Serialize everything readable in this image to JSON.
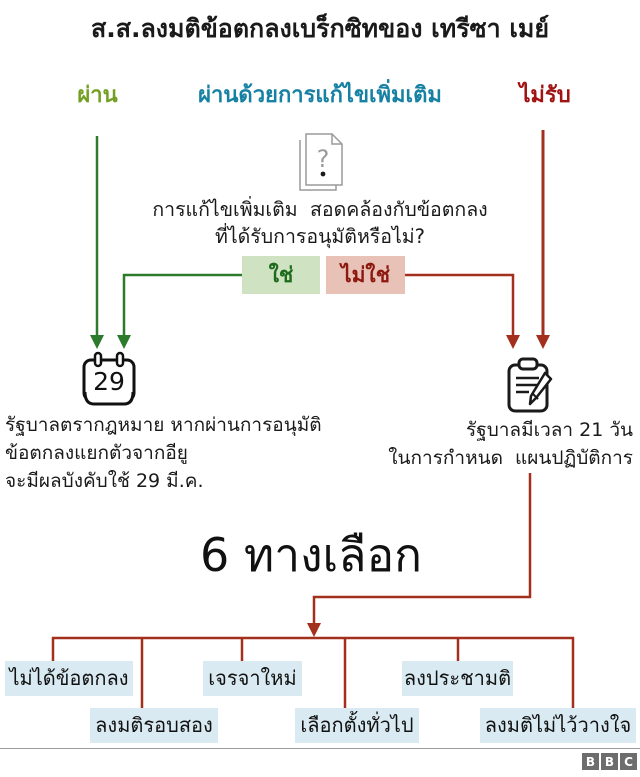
{
  "title": "ส.ส.ลงมติข้อตกลงเบร็กซิทของ เทรีซา เมย์",
  "options": {
    "pass": {
      "label": "ผ่าน",
      "color": "#73a024"
    },
    "pass_with_amendments": {
      "label": "ผ่านด้วยการแก้ไขเพิ่มเติม",
      "color": "#1781a3"
    },
    "reject": {
      "label": "ไม่รับ",
      "color": "#a11212"
    }
  },
  "question": {
    "icon": "document-question-icon",
    "line1": "การแก้ไขเพิ่มเติม  สอดคล้องกับข้อตกลง",
    "line2": "ที่ได้รับการอนุมัติหรือไม่?",
    "yes_label": "ใช่",
    "no_label": "ไม่ใช่"
  },
  "pass_outcome": {
    "icon": "calendar-icon",
    "calendar_day": "29",
    "lines": [
      "รัฐบาลตรากฎหมาย หากผ่านการอนุมัติ",
      "ข้อตกลงแยกตัวจากอียู",
      "จะมีผลบังคับใช้ 29 มี.ค."
    ]
  },
  "reject_outcome": {
    "icon": "action-plan-icon",
    "lines": [
      "รัฐบาลมีเวลา 21 วัน",
      "ในการกำหนด  แผนปฏิบัติการ"
    ]
  },
  "choices_heading": "6 ทางเลือก",
  "choices": [
    {
      "label": "ไม่ได้ข้อตกลง"
    },
    {
      "label": "ลงมติรอบสอง"
    },
    {
      "label": "เจรจาใหม่"
    },
    {
      "label": "เลือกตั้งทั่วไป"
    },
    {
      "label": "ลงประชามติ"
    },
    {
      "label": "ลงมติไม่ไว้วางใจ"
    }
  ],
  "footer": {
    "b1": "B",
    "b2": "B",
    "b3": "C"
  },
  "colors": {
    "green_line": "#2c7a2c",
    "red_line": "#a2301c",
    "yes_bg": "#cfe2c2",
    "yes_text": "#1d6b1d",
    "no_bg": "#e9c2b7",
    "no_text": "#8c1810",
    "choice_bg": "#d9eaf2"
  }
}
